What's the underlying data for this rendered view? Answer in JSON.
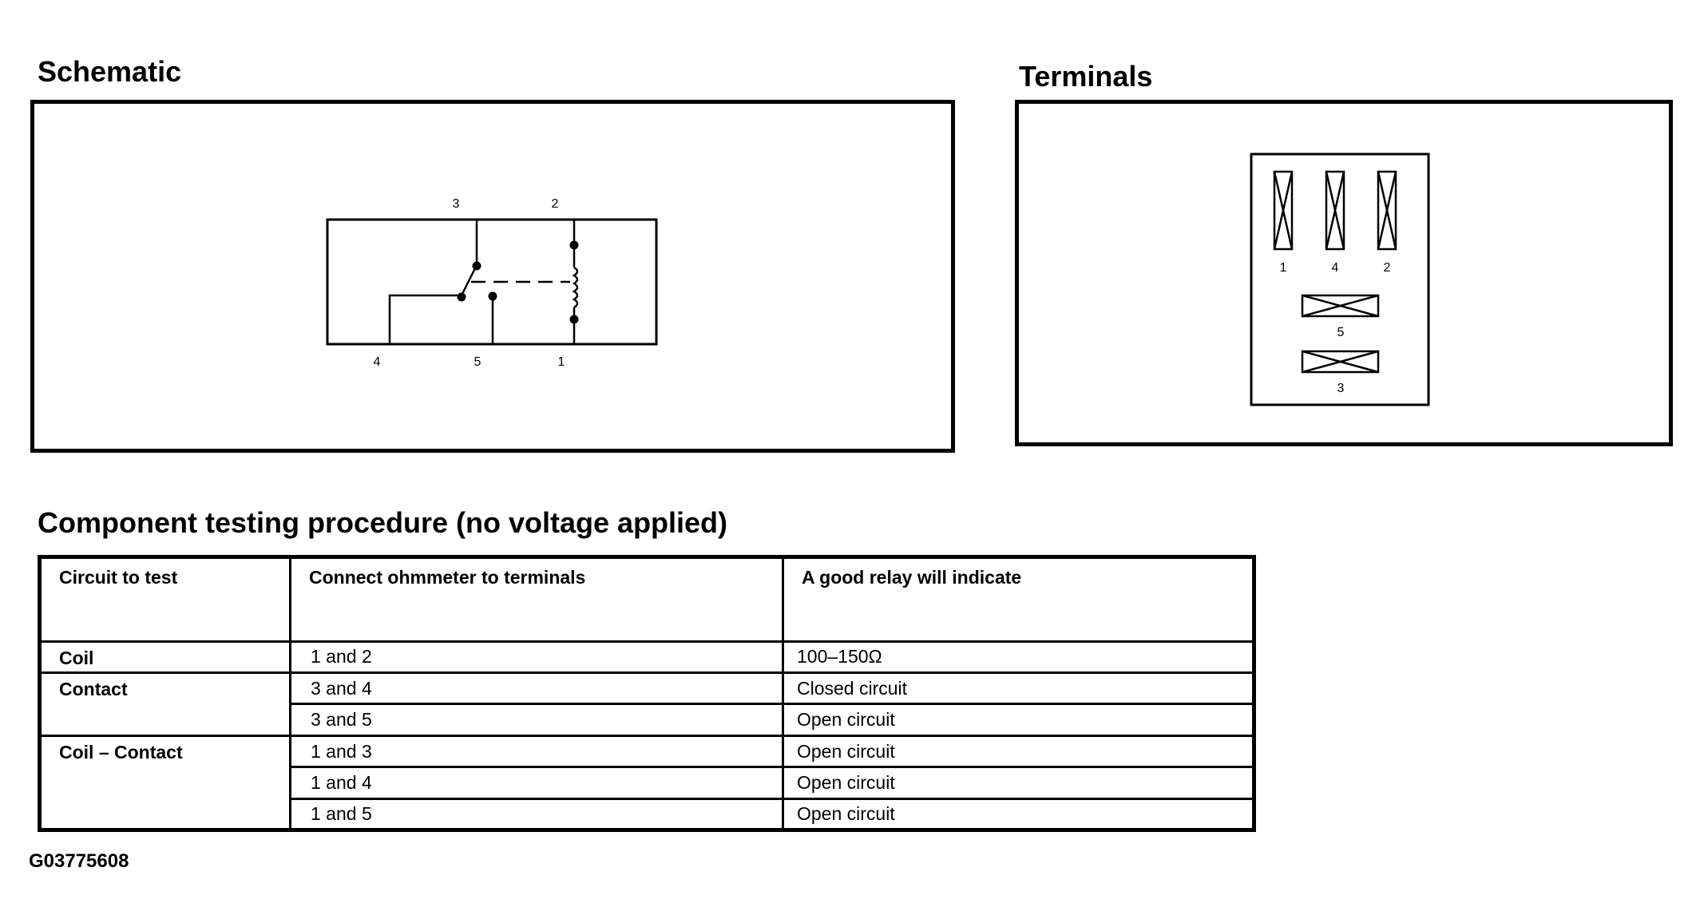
{
  "schematic": {
    "title": "Schematic",
    "pin_labels": {
      "top_left": "3",
      "top_right": "2",
      "bottom_left": "4",
      "bottom_mid": "5",
      "bottom_right": "1"
    }
  },
  "terminals": {
    "title": "Terminals",
    "labels": {
      "t1": "1",
      "t4": "4",
      "t2": "2",
      "t5": "5",
      "t3": "3"
    }
  },
  "procedure": {
    "title": "Component testing procedure (no voltage applied)",
    "headers": [
      "Circuit to test",
      "Connect ohmmeter to terminals",
      "A good relay will indicate"
    ],
    "groups": [
      {
        "circuit": "Coil",
        "rows": [
          {
            "terminals": "1 and 2",
            "result": "100–150Ω"
          }
        ]
      },
      {
        "circuit": "Contact",
        "rows": [
          {
            "terminals": "3 and 4",
            "result": "Closed circuit"
          },
          {
            "terminals": "3 and 5",
            "result": "Open circuit"
          }
        ]
      },
      {
        "circuit": "Coil – Contact",
        "rows": [
          {
            "terminals": "1 and 3",
            "result": "Open circuit"
          },
          {
            "terminals": "1 and 4",
            "result": "Open circuit"
          },
          {
            "terminals": "1 and 5",
            "result": "Open circuit"
          }
        ]
      }
    ]
  },
  "figure_id": "G03775608"
}
